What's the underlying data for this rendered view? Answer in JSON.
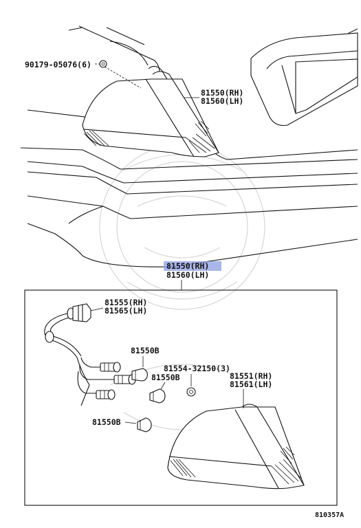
{
  "diagram_id": "810357A",
  "labels": {
    "nut_top": "90179-05076(6)",
    "lamp_top_rh": "81550(RH)",
    "lamp_top_lh": "81560(LH)",
    "assy_rh": "81550(RH)",
    "assy_lh": "81560(LH)",
    "socket_rh": "81555(RH)",
    "socket_lh": "81565(LH)",
    "bulb_1": "81550B",
    "bulb_2": "81550B",
    "bulb_3": "81550B",
    "nut_inner": "81554-32150(3)",
    "lens_rh": "81551(RH)",
    "lens_lh": "81561(LH)"
  },
  "colors": {
    "ink": "#111111",
    "highlight": "#8e9ee0",
    "watermark": "#d6d6d6"
  }
}
